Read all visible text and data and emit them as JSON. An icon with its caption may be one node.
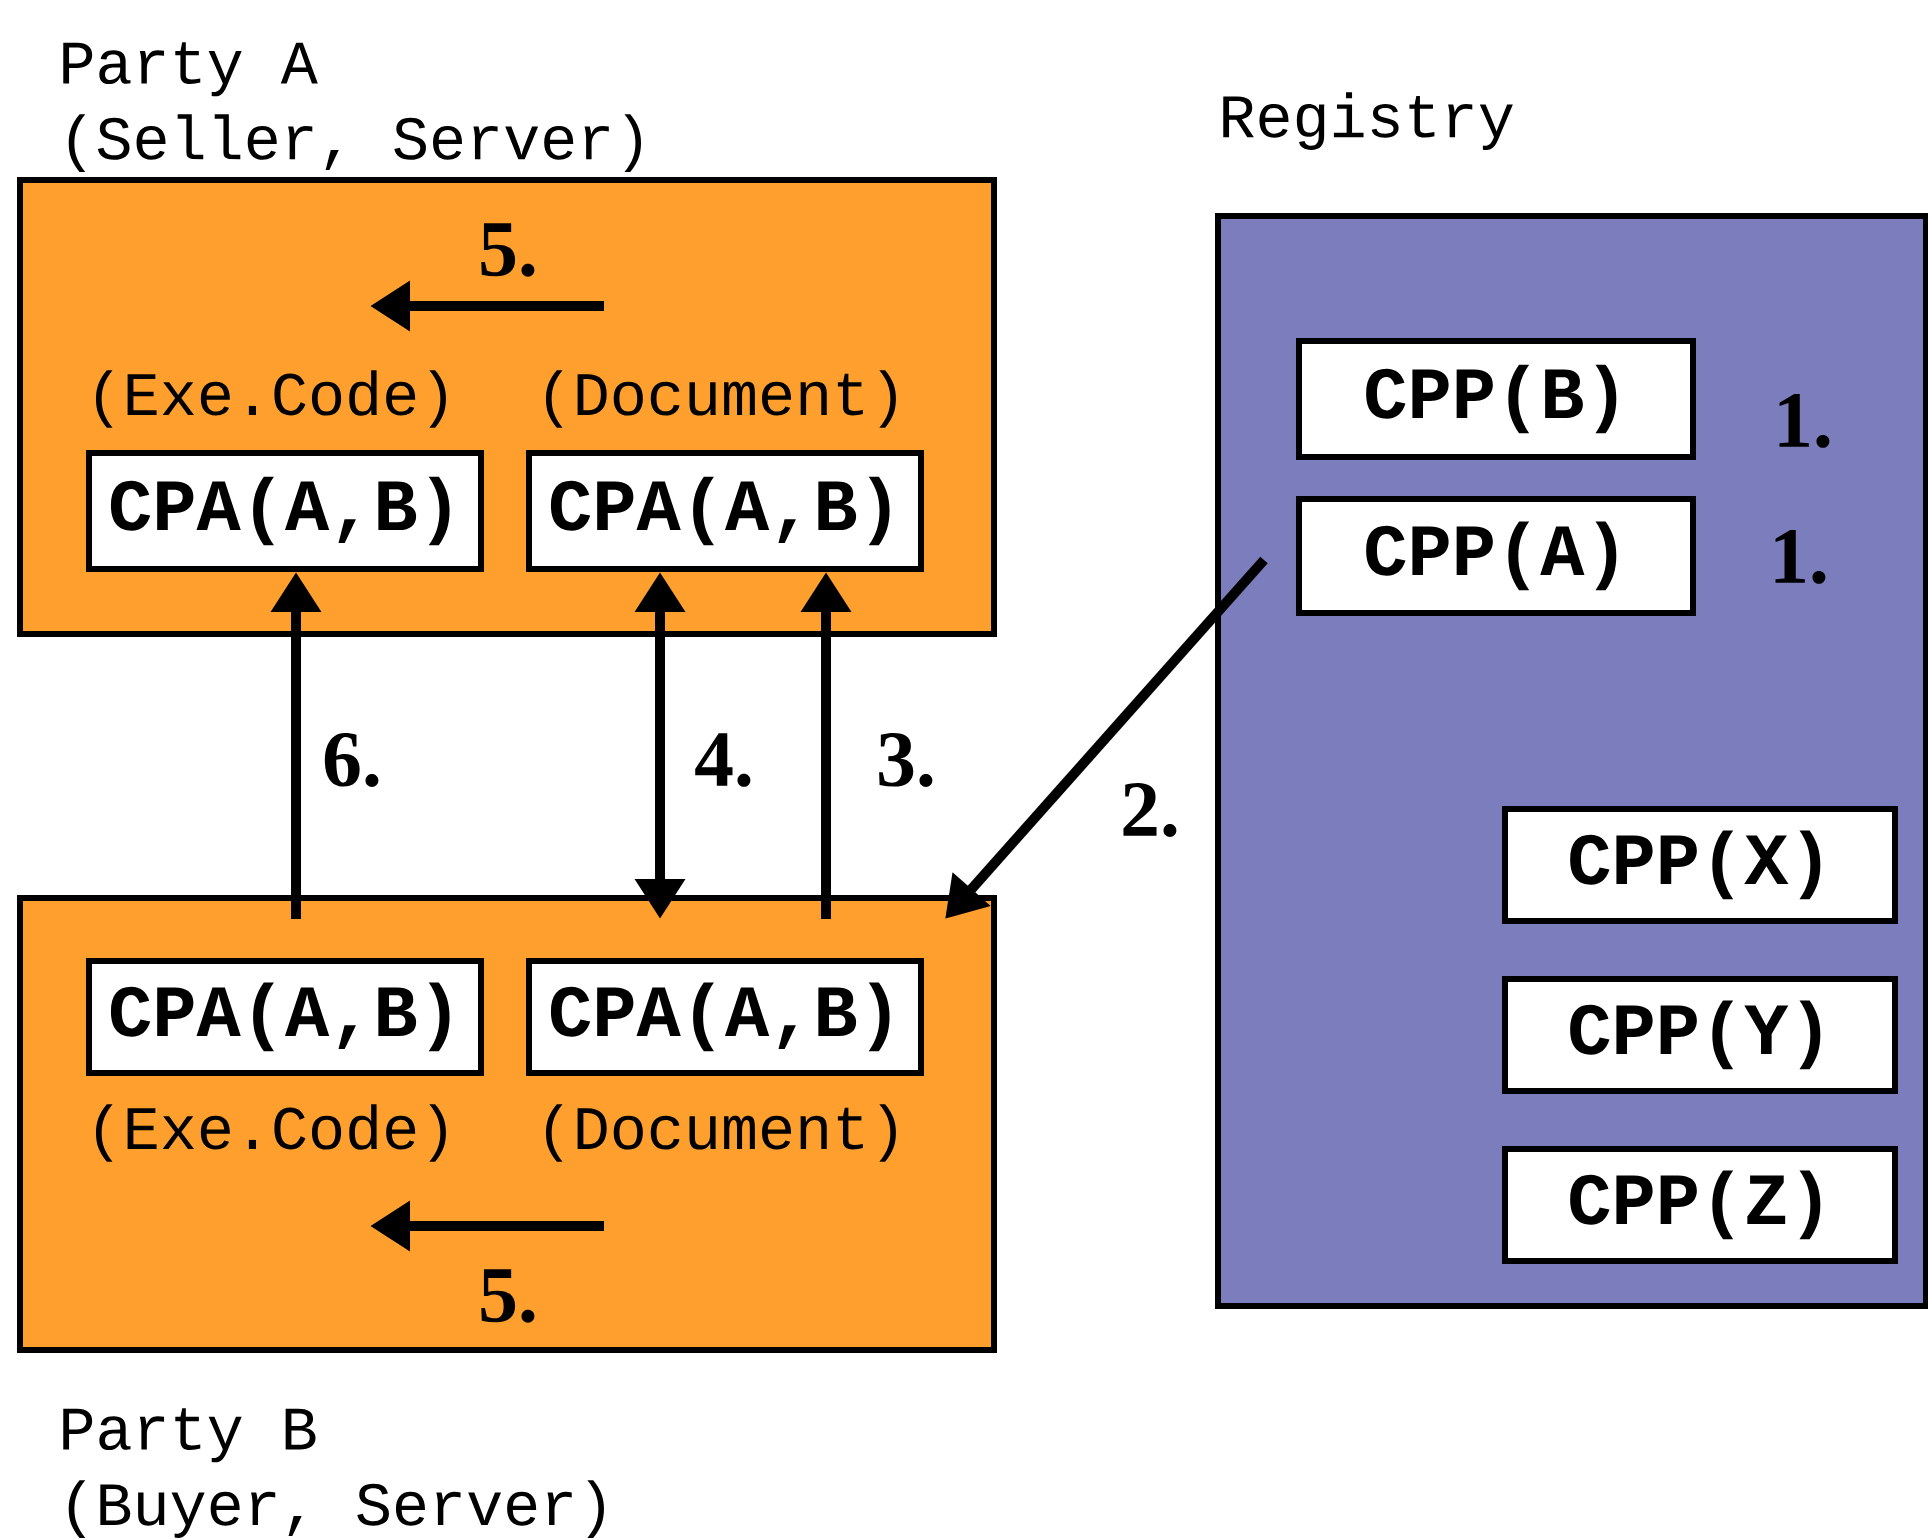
{
  "diagram": {
    "nodes": [
      {
        "text": [
          "Party A",
          "(Seller, Server)"
        ]
      },
      {
        "text": [
          "CPA(A,B)"
        ],
        "in": 0,
        "beside": [
          "(Exe.Code)"
        ]
      },
      {
        "text": [
          "CPA(A,B)"
        ],
        "in": 0,
        "beside": [
          "(Document)"
        ]
      },
      {
        "text": [
          "Registry"
        ]
      },
      {
        "text": [
          "CPP(B)"
        ],
        "in": 3,
        "beside": [
          "1."
        ]
      },
      {
        "text": [
          "CPP(A)"
        ],
        "in": 3,
        "beside": [
          "1."
        ]
      },
      {
        "text": [
          "CPP(X)"
        ],
        "in": 3
      },
      {
        "text": [
          "CPP(Y)"
        ],
        "in": 3
      },
      {
        "text": [
          "CPP(Z)"
        ],
        "in": 3
      },
      {
        "text": [
          "Party B",
          "(Buyer, Server)"
        ]
      },
      {
        "text": [
          "CPA(A,B)"
        ],
        "in": 9,
        "beside": [
          "(Exe.Code)"
        ]
      },
      {
        "text": [
          "CPA(A,B)"
        ],
        "in": 9,
        "beside": [
          "(Document)"
        ]
      }
    ],
    "edges": [
      {
        "from": 5,
        "to": 9,
        "arrow": "to",
        "label": "2."
      },
      {
        "from": 9,
        "to": 2,
        "arrow": "to",
        "label": "3."
      },
      {
        "from": 9,
        "to": 2,
        "arrow": "both",
        "label": "4."
      },
      {
        "from": 9,
        "to": 1,
        "arrow": "to",
        "label": "6."
      }
    ],
    "labels": [
      "5.",
      "5."
    ]
  }
}
